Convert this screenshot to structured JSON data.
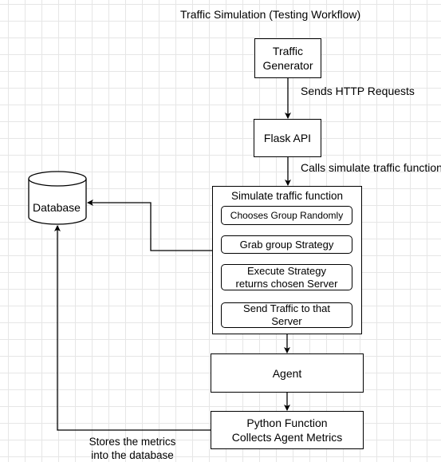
{
  "title": "Traffic Simulation (Testing Workflow)",
  "nodes": {
    "traffic_generator": "Traffic\nGenerator",
    "flask_api": "Flask API",
    "simulate_title": "Simulate traffic function",
    "choose_group": "Chooses Group Randomly",
    "grab_strategy": "Grab group Strategy",
    "execute_strategy": "Execute Strategy\nreturns chosen Server",
    "send_traffic": "Send Traffic to that\nServer",
    "agent": "Agent",
    "python_function": "Python Function\nCollects Agent Metrics",
    "database": "Database"
  },
  "edge_labels": {
    "sends_http": "Sends HTTP Requests",
    "calls_simulate": "Calls simulate traffic function",
    "stores_metrics": "Stores the metrics\ninto the database"
  }
}
